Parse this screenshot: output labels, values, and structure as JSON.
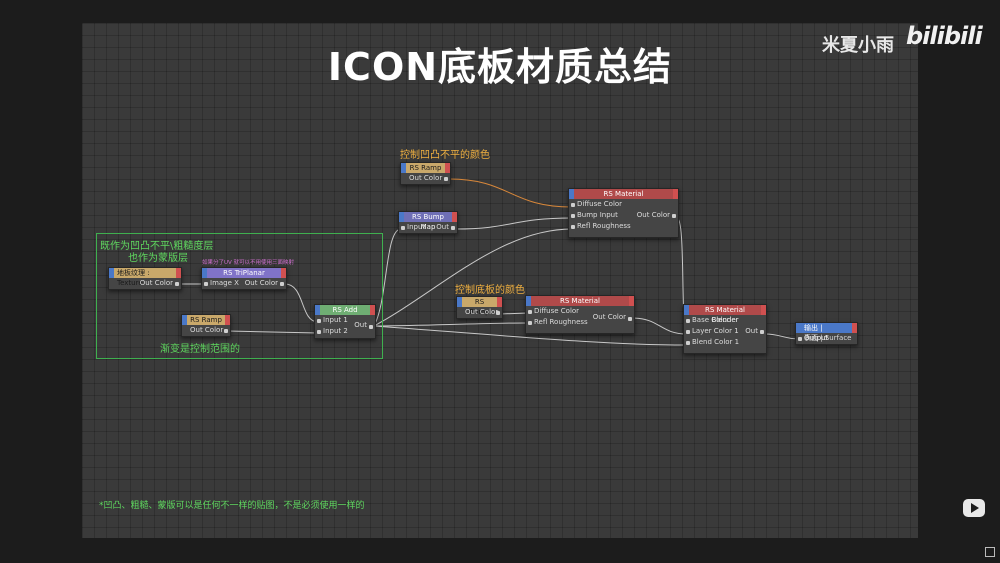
{
  "title": "ICON底板材质总结",
  "watermark": {
    "author": "米夏小雨",
    "site": "bilibili"
  },
  "annotations": {
    "bump_color": "控制凹凸不平的颜色",
    "base_color": "控制底板的颜色",
    "group_line1": "既作为凹凸不平\\粗糙度层",
    "group_line2": "也作为蒙版层",
    "uv_hint": "如果分了UV 就可以不用使用三面映射",
    "ramp_hint": "渐变是控制范围的",
    "footnote": "*凹凸、粗糙、蒙版可以是任何不一样的贴图，不是必须使用一样的"
  },
  "nodes": {
    "ramp_top": {
      "title": "RS Ramp",
      "out": "Out Color"
    },
    "bump_map": {
      "title": "RS Bump Map",
      "in": "Input",
      "out": "Out"
    },
    "material_top": {
      "title": "RS Material",
      "in1": "Diffuse Color",
      "in2": "Bump Input",
      "in3": "Refl Roughness",
      "out": "Out Color"
    },
    "texture": {
      "title": "地板纹理 : Texture",
      "out": "Out Color"
    },
    "triplanar": {
      "title": "RS TriPlanar",
      "in": "Image X",
      "out": "Out Color"
    },
    "ramp_left": {
      "title": "RS Ramp",
      "out": "Out Color"
    },
    "add": {
      "title": "RS Add",
      "in1": "Input 1",
      "in2": "Input 2",
      "out": "Out"
    },
    "ramp_mid": {
      "title": "RS Ramp",
      "out": "Out Color"
    },
    "material_mid": {
      "title": "RS Material",
      "in1": "Diffuse Color",
      "in2": "Refl Roughness",
      "out": "Out Color"
    },
    "blender": {
      "title": "RS Material Blender",
      "in1": "Base Color",
      "in2": "Layer Color 1",
      "in3": "Blend Color 1",
      "out": "Out"
    },
    "output": {
      "title": "输出 | Output",
      "in": "表面 | Surface"
    }
  },
  "colors": {
    "canvas": "#3a3a3a",
    "wire": "#c8c8c8",
    "wire_orange": "#d9883a",
    "green_note": "#5fd85f",
    "orange_note": "#f0b040"
  }
}
